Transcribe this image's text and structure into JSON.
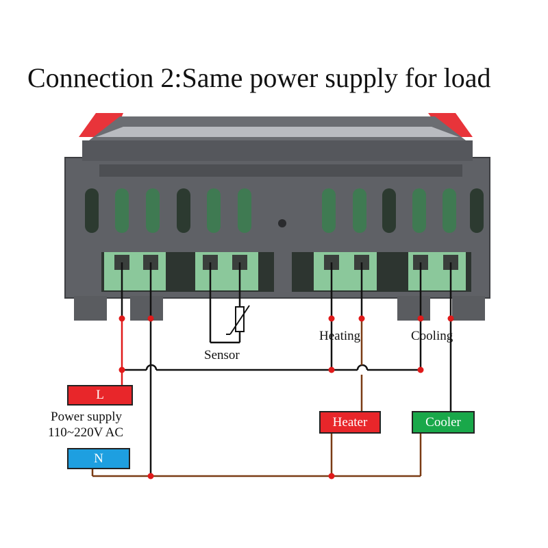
{
  "title": "Connection 2:Same power supply for load",
  "labels": {
    "sensor": "Sensor",
    "heating": "Heating",
    "cooling": "Cooling",
    "power_supply": "Power supply",
    "voltage": "110~220V AC"
  },
  "boxes": {
    "L": "L",
    "N": "N",
    "heater": "Heater",
    "cooler": "Cooler"
  },
  "colors": {
    "live_wire": "#e01a1a",
    "neutral_wire": "#7a3b14",
    "black_wire": "#111111",
    "box_L": "#e8262a",
    "box_N": "#1e9fe0",
    "box_heater": "#e8262a",
    "box_cooler": "#19a84a",
    "housing": "#5f6166",
    "terminal": "#8bc89b"
  }
}
